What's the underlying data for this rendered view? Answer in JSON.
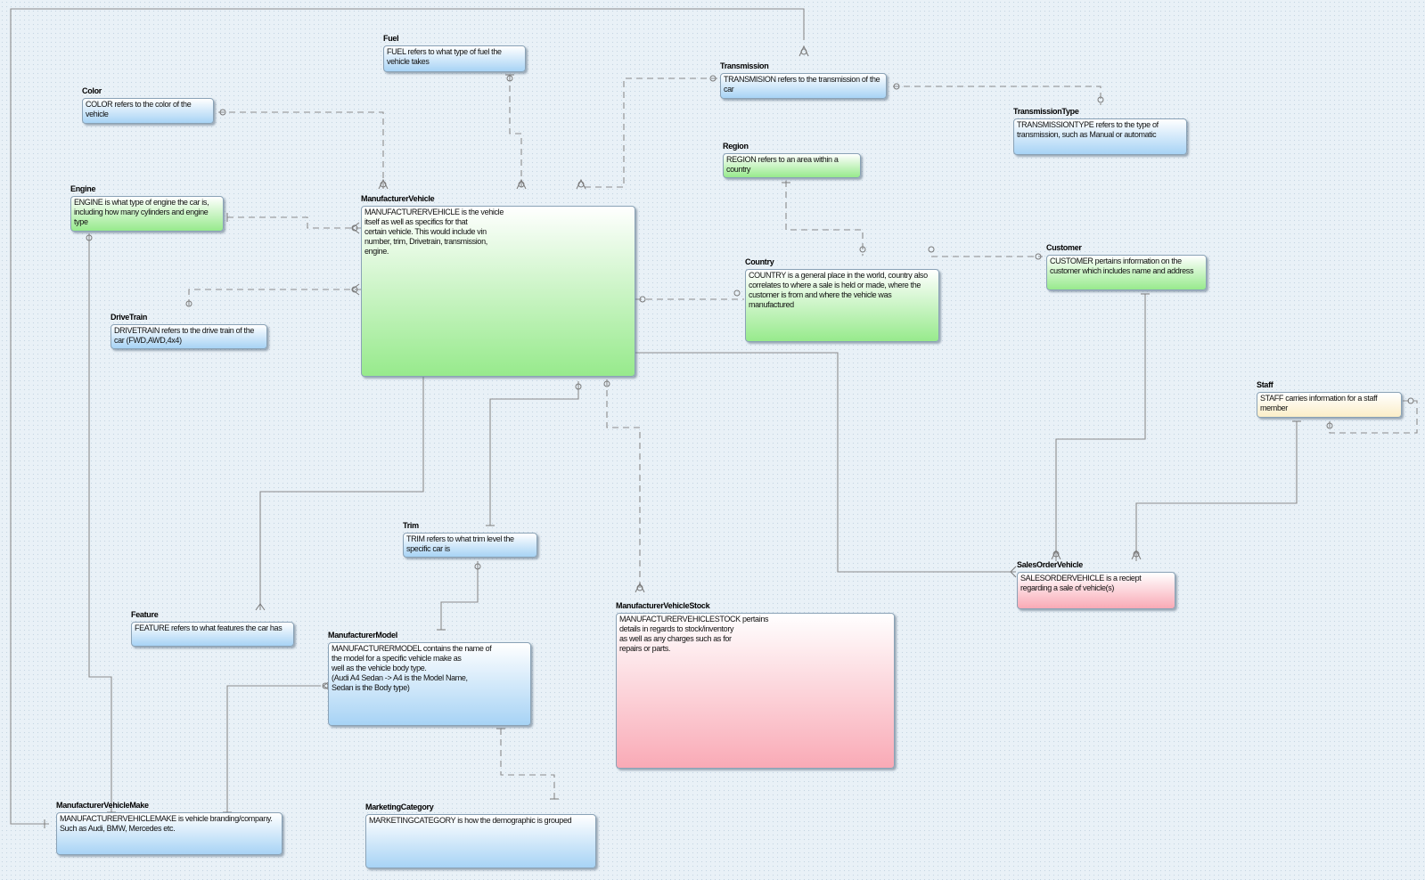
{
  "diagram": {
    "entities": [
      {
        "id": "fuel",
        "title": "Fuel",
        "description": "FUEL refers to what type of fuel the vehicle takes",
        "color": "blue"
      },
      {
        "id": "transmission",
        "title": "Transmission",
        "description": "TRANSMISION refers to the transmission of the car",
        "color": "blue"
      },
      {
        "id": "transmissiontype",
        "title": "TransmissionType",
        "description": "TRANSMISSIONTYPE refers to the type of transmission, such as Manual or automatic",
        "color": "blue"
      },
      {
        "id": "color",
        "title": "Color",
        "description": "COLOR refers to the color of the vehicle",
        "color": "blue"
      },
      {
        "id": "region",
        "title": "Region",
        "description": "REGION refers to an area within a country",
        "color": "green"
      },
      {
        "id": "engine",
        "title": "Engine",
        "description": "ENGINE is what type of engine the car is, including how many cylinders and engine type",
        "color": "green"
      },
      {
        "id": "manufacturervehicle",
        "title": "ManufacturerVehicle",
        "description": "MANUFACTURERVEHICLE is the vehicle\nitself as well as specifics for that\ncertain vehicle. This would include vin\nnumber, trim, Drivetrain, transmission,\nengine.",
        "color": "green"
      },
      {
        "id": "customer",
        "title": "Customer",
        "description": "CUSTOMER pertains information on the customer which includes name and address",
        "color": "green"
      },
      {
        "id": "country",
        "title": "Country",
        "description": "COUNTRY is a general place in the world, country also correlates to where a sale is held or made, where the customer is from and where the vehicle was manufactured",
        "color": "green"
      },
      {
        "id": "drivetrain",
        "title": "DriveTrain",
        "description": "DRIVETRAIN refers to the drive train of the car (FWD,AWD,4x4)",
        "color": "blue"
      },
      {
        "id": "staff",
        "title": "Staff",
        "description": "STAFF carries information for a staff member",
        "color": "yellow"
      },
      {
        "id": "trim",
        "title": "Trim",
        "description": "TRIM refers to what trim level the specific car is",
        "color": "blue"
      },
      {
        "id": "salesordervehicle",
        "title": "SalesOrderVehicle",
        "description": "SALESORDERVEHICLE is a reciept regarding a sale of vehicle(s)",
        "color": "pink"
      },
      {
        "id": "manufacturervehiclestock",
        "title": "ManufacturerVehicleStock",
        "description": "MANUFACTURERVEHICLESTOCK pertains\ndetails in regards to stock/inventory\nas well as any charges such as for\nrepairs or parts.",
        "color": "pink"
      },
      {
        "id": "feature",
        "title": "Feature",
        "description": "FEATURE refers to what features the car has",
        "color": "blue"
      },
      {
        "id": "manufacturermodel",
        "title": "ManufacturerModel",
        "description": "MANUFACTURERMODEL contains the name of\nthe model for a specific vehicle make as\nwell as the vehicle body type.\n(Audi A4 Sedan -> A4 is the Model Name,\nSedan is the Body type)",
        "color": "blue"
      },
      {
        "id": "manufacturervehiclemake",
        "title": "ManufacturerVehicleMake",
        "description": "MANUFACTURERVEHICLEMAKE is vehicle branding/company. Such as Audi, BMW, Mercedes etc.",
        "color": "blue"
      },
      {
        "id": "marketingcategory",
        "title": "MarketingCategory",
        "description": "MARKETINGCATEGORY is how the demographic is grouped",
        "color": "blue"
      }
    ],
    "relationships": [
      {
        "from": "manufacturervehicle",
        "to": "fuel",
        "line": "dashed"
      },
      {
        "from": "manufacturervehicle",
        "to": "color",
        "line": "dashed"
      },
      {
        "from": "manufacturervehicle",
        "to": "transmission",
        "line": "dashed"
      },
      {
        "from": "manufacturervehicle",
        "to": "engine",
        "line": "dashed"
      },
      {
        "from": "manufacturervehicle",
        "to": "drivetrain",
        "line": "dashed"
      },
      {
        "from": "manufacturervehicle",
        "to": "country",
        "line": "dashed"
      },
      {
        "from": "manufacturervehicle",
        "to": "trim",
        "line": "solid"
      },
      {
        "from": "manufacturervehicle",
        "to": "feature",
        "line": "solid"
      },
      {
        "from": "manufacturervehicle",
        "to": "manufacturervehiclestock",
        "line": "dashed"
      },
      {
        "from": "manufacturervehicle",
        "to": "salesordervehicle",
        "line": "solid"
      },
      {
        "from": "transmission",
        "to": "transmissiontype",
        "line": "dashed"
      },
      {
        "from": "transmission",
        "to": "manufacturervehiclemake",
        "line": "solid"
      },
      {
        "from": "country",
        "to": "region",
        "line": "dashed"
      },
      {
        "from": "country",
        "to": "customer",
        "line": "dashed"
      },
      {
        "from": "customer",
        "to": "salesordervehicle",
        "line": "solid"
      },
      {
        "from": "staff",
        "to": "salesordervehicle",
        "line": "solid"
      },
      {
        "from": "staff",
        "to": "staff",
        "line": "dashed"
      },
      {
        "from": "trim",
        "to": "manufacturermodel",
        "line": "solid"
      },
      {
        "from": "manufacturermodel",
        "to": "manufacturervehiclemake",
        "line": "solid"
      },
      {
        "from": "manufacturermodel",
        "to": "marketingcategory",
        "line": "dashed"
      },
      {
        "from": "engine",
        "to": "manufacturervehiclemake",
        "line": "solid"
      }
    ]
  }
}
